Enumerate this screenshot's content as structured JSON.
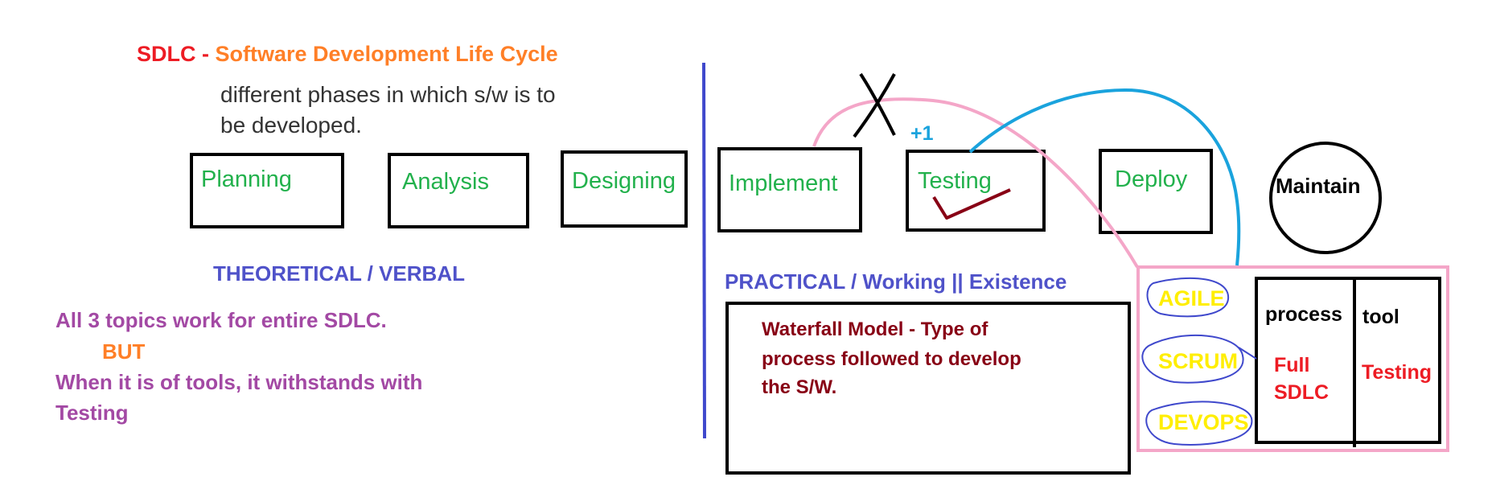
{
  "title": {
    "abbr": "SDLC",
    "dash": " - ",
    "full": "Software Development Life Cycle"
  },
  "description": [
    "different phases in which s/w is to",
    "be developed."
  ],
  "phases": {
    "planning": "Planning",
    "analysis": "Analysis",
    "designing": "Designing",
    "implement": "Implement",
    "testing": "Testing",
    "deploy": "Deploy",
    "maintain": "Maintain"
  },
  "annotations": {
    "plus_one": "+1",
    "cross": "X"
  },
  "left_section": {
    "heading": "THEORETICAL / VERBAL",
    "note_line1": "All 3 topics work for entire SDLC.",
    "note_but": "BUT",
    "note_line2": "When it is of tools, it withstands with",
    "note_line3": "Testing"
  },
  "right_section": {
    "heading": "PRACTICAL / Working || Existence",
    "waterfall": [
      "Waterfall Model - Type of",
      "process followed to develop",
      "the S/W."
    ]
  },
  "methodology": {
    "items": [
      "AGILE",
      "SCRUM",
      "DEVOPS"
    ],
    "process_header": "process",
    "process_value": [
      "Full",
      "SDLC"
    ],
    "tool_header": "tool",
    "tool_value": "Testing"
  },
  "colors": {
    "red": "#ed1c24",
    "orange": "#ff7f27",
    "green": "#22b14c",
    "blue_heading": "#4f52c9",
    "purple": "#a349a4",
    "maroon": "#880015",
    "yellow": "#ffee00",
    "pink": "#f4a6c8",
    "sky": "#1aa3dd",
    "divider": "#3f48cc"
  }
}
